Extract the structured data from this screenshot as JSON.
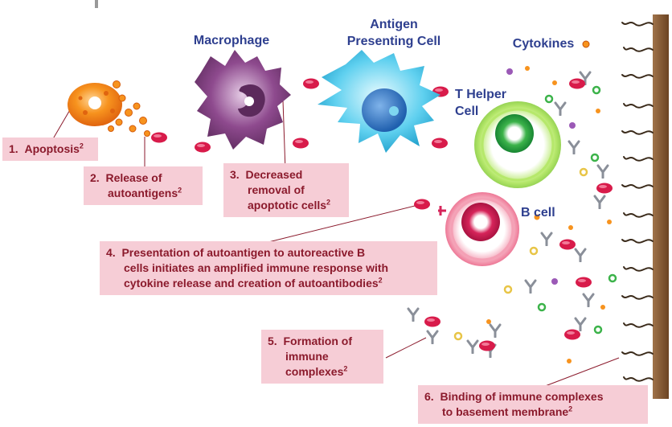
{
  "labels": {
    "macrophage": "Macrophage",
    "apc_line1": "Antigen",
    "apc_line2": "Presenting Cell",
    "cytokines": "Cytokines",
    "th_line1": "T Helper",
    "th_line2": "Cell",
    "bcell": "B cell"
  },
  "steps": [
    {
      "num": "1.",
      "lines": [
        "Apoptosis"
      ],
      "ref": "2"
    },
    {
      "num": "2.",
      "lines": [
        "Release of",
        "autoantigens"
      ],
      "ref": "2"
    },
    {
      "num": "3.",
      "lines": [
        "Decreased",
        "removal of",
        "apoptotic cells"
      ],
      "ref": "2"
    },
    {
      "num": "4.",
      "lines": [
        "Presentation of autoantigen to autoreactive B",
        "cells initiates an amplified immune response with",
        "cytokine release and creation of autoantibodies"
      ],
      "ref": "2"
    },
    {
      "num": "5.",
      "lines": [
        "Formation of",
        "immune",
        "complexes"
      ],
      "ref": "2"
    },
    {
      "num": "6.",
      "lines": [
        "Binding of immune complexes",
        "to basement membrane"
      ],
      "ref": "2"
    }
  ],
  "colors": {
    "label_blue": "#2e3f8f",
    "step_bg": "#f6cdd6",
    "step_text": "#8b1a2c",
    "antigen": "#d81b4a",
    "membrane": "#7a4f2a"
  }
}
